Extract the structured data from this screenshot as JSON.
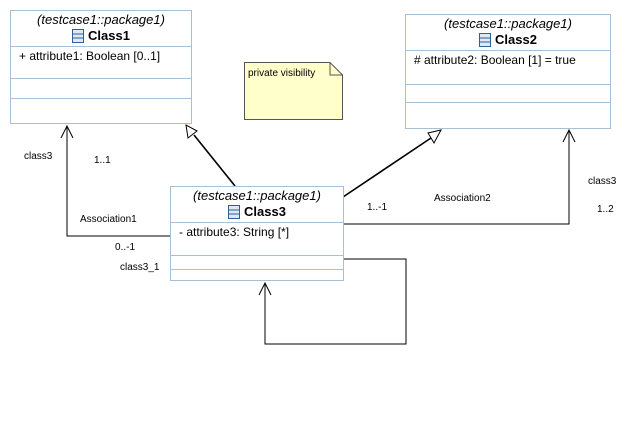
{
  "classes": {
    "class1": {
      "stereotype": "(testcase1::package1)",
      "name": "Class1",
      "attributes": [
        "+ attribute1: Boolean [0..1]"
      ]
    },
    "class2": {
      "stereotype": "(testcase1::package1)",
      "name": "Class2",
      "attributes": [
        "# attribute2: Boolean [1] = true"
      ]
    },
    "class3": {
      "stereotype": "(testcase1::package1)",
      "name": "Class3",
      "attributes": [
        "- attribute3: String [*]"
      ]
    }
  },
  "note": {
    "text": "private visibility"
  },
  "associations": {
    "association1": {
      "name": "Association1",
      "end_role": "class3",
      "end_multiplicity": "1..1",
      "source_multiplicity": "0..-1"
    },
    "association2": {
      "name": "Association2",
      "end_role": "class3",
      "end_multiplicity": "1..2",
      "source_multiplicity": "1..-1"
    },
    "self_association": {
      "role": "class3_1"
    }
  },
  "colors": {
    "class_border": "#a7c0d6",
    "note_fill": "#ffffcc",
    "line": "#000000",
    "icon": "#2f5f9a"
  }
}
